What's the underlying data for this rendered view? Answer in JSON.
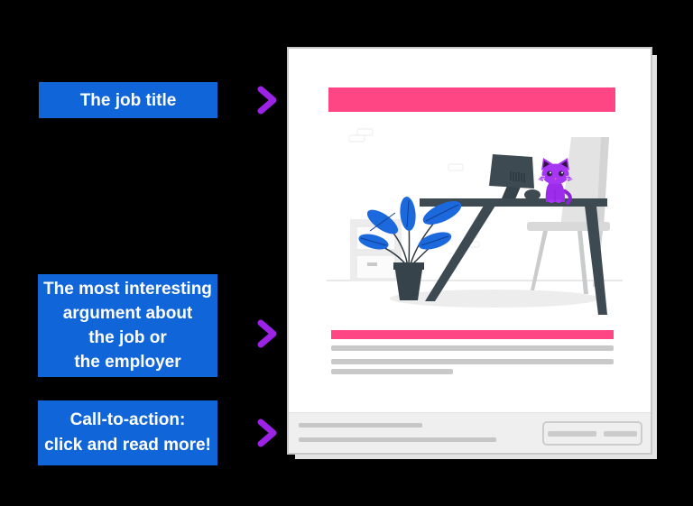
{
  "callouts": [
    {
      "label": "The job title"
    },
    {
      "label": "The most interesting\nargument about\nthe job or\nthe employer"
    },
    {
      "label": "Call-to-action:\nclick and read more!"
    }
  ],
  "colors": {
    "canvas-bg": "#000000",
    "callout-blue": "#1065d9",
    "callout-text": "#ffffff",
    "accent-pink": "#fd4683",
    "arrow-pink": "#ee598d",
    "arrow-purple": "#9c23e6",
    "slate": "#3e4a52",
    "slate-dark": "#37434b",
    "plant-blue": "#1c69dd",
    "cat-purple": "#9d2cea",
    "page-bg": "#ffffff",
    "page-border": "#c9c9c9",
    "page-shadow": "#e3e3e3",
    "footer-bg": "#efefef",
    "placeholder-gray": "#c9c9c9"
  }
}
